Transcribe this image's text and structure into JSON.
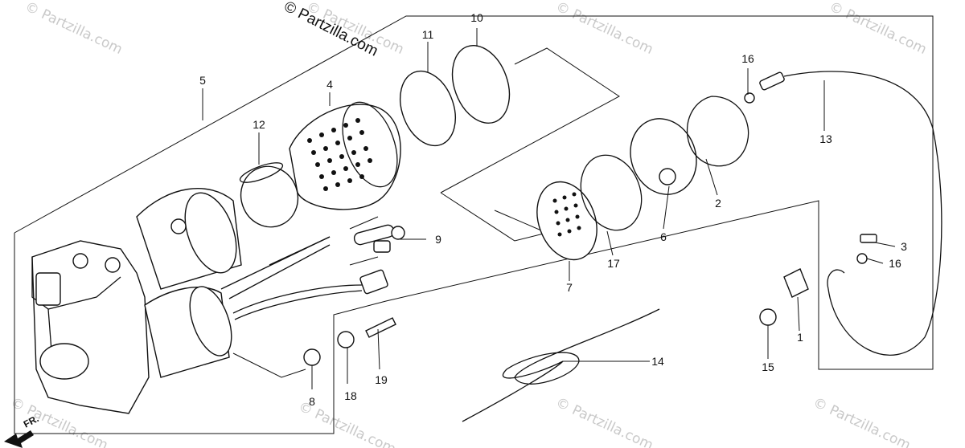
{
  "copyright": "© Partzilla.com",
  "watermark": "© Partzilla.com",
  "direction_label": "FR.",
  "parts": [
    {
      "id": "1",
      "label": "1"
    },
    {
      "id": "2",
      "label": "2"
    },
    {
      "id": "3",
      "label": "3"
    },
    {
      "id": "4",
      "label": "4"
    },
    {
      "id": "5",
      "label": "5"
    },
    {
      "id": "6",
      "label": "6"
    },
    {
      "id": "7",
      "label": "7"
    },
    {
      "id": "8",
      "label": "8"
    },
    {
      "id": "9",
      "label": "9"
    },
    {
      "id": "10",
      "label": "10"
    },
    {
      "id": "11",
      "label": "11"
    },
    {
      "id": "12",
      "label": "12"
    },
    {
      "id": "13",
      "label": "13"
    },
    {
      "id": "14",
      "label": "14"
    },
    {
      "id": "15",
      "label": "15"
    },
    {
      "id": "16a",
      "label": "16"
    },
    {
      "id": "16b",
      "label": "16"
    },
    {
      "id": "17",
      "label": "17"
    },
    {
      "id": "18",
      "label": "18"
    },
    {
      "id": "19",
      "label": "19"
    }
  ]
}
